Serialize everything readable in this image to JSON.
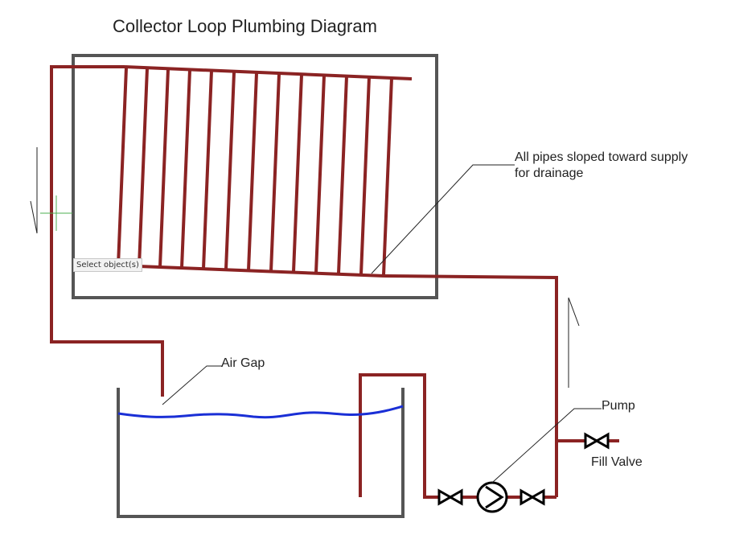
{
  "title": "Collector Loop Plumbing Diagram",
  "labels": {
    "slope_note_line1": "All pipes sloped toward supply",
    "slope_note_line2": "for drainage",
    "air_gap": "Air Gap",
    "pump": "Pump",
    "fill_valve": "Fill Valve"
  },
  "tooltip": "Select object(s)",
  "colors": {
    "pipe": "#8b2323",
    "frame": "#555555",
    "water": "#1a2fd6",
    "valve": "#000000",
    "leader": "#222222",
    "cursor_crosshair": "#4caf50"
  }
}
